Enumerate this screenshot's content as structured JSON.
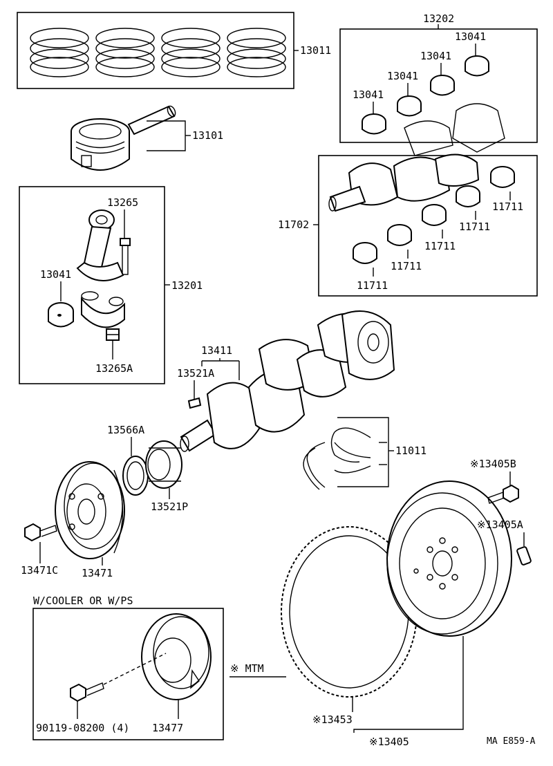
{
  "labels": {
    "piston_rings": "13011",
    "piston_pin": "13101",
    "bolt_13265": "13265",
    "rod_bearing": "13041",
    "conrod_assy": "13201",
    "nut_13265a": "13265A",
    "main_bearing_set": "13202",
    "bearing_a": "13041",
    "bearing_b": "13041",
    "bearing_c": "13041",
    "bearing_d": "13041",
    "crank_bearing_set": "11702",
    "crank_bearing_1": "11711",
    "crank_bearing_2": "11711",
    "crank_bearing_3": "11711",
    "crank_bearing_4": "11711",
    "crank_bearing_5": "11711",
    "crankshaft": "13411",
    "key_13521a": "13521A",
    "oil_slinger": "13566A",
    "timing_gear": "13521P",
    "thrust_washers": "11011",
    "pulley_bolt": "13471C",
    "pulley": "13471",
    "flywheel_bolt": "※13405B",
    "flywheel_pin": "※13405A",
    "ring_gear": "※13453",
    "flywheel": "※13405",
    "mtm_note": "※ MTM",
    "cooler_caption": "W/COOLER OR W/PS",
    "cooler_bolt": "90119-08200 (4)",
    "cooler_pulley": "13477",
    "figure_code": "MA  E859-A"
  }
}
